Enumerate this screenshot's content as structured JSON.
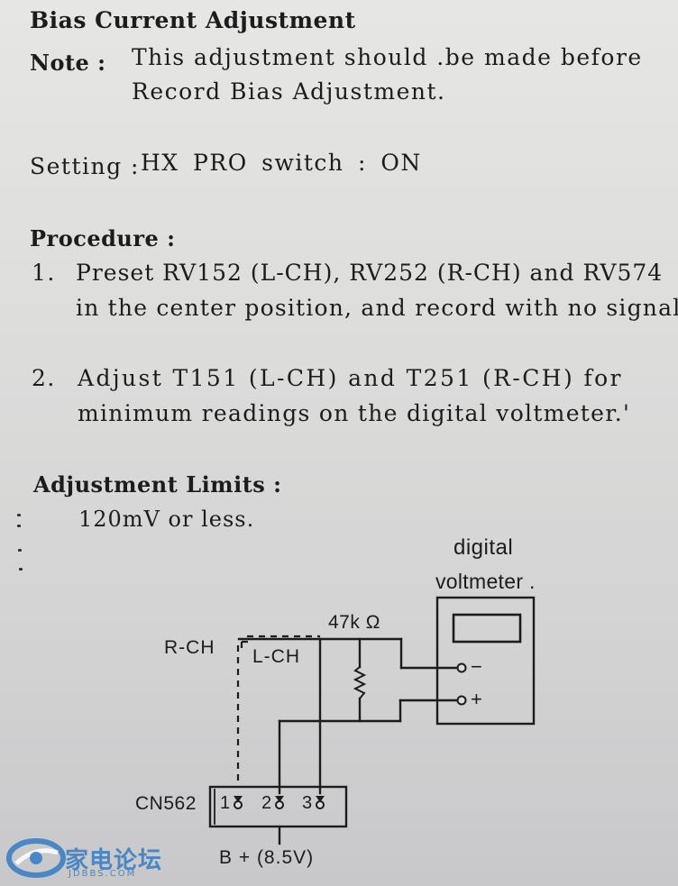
{
  "heading": {
    "title": "Bias Current Adjustment"
  },
  "note": {
    "label": "Note :",
    "line1": "This adjustment should .be made before",
    "line2": "Record Bias Adjustment."
  },
  "setting": {
    "label": "Setting :",
    "value": "HX PRO switch : ON"
  },
  "procedure": {
    "label": "Procedure :",
    "steps": [
      {
        "num": "1.",
        "line1": "Preset RV152 (L-CH), RV252 (R-CH) and RV574",
        "line2": "in the center position, and record with no signal."
      },
      {
        "num": "2.",
        "line1": "Adjust T151 (L-CH) and T251 (R-CH) for",
        "line2": "minimum readings on the digital voltmeter.'"
      }
    ]
  },
  "limits": {
    "label": "Adjustment Limits :",
    "value": "120mV or less."
  },
  "diagram": {
    "voltmeter_line1": "digital",
    "voltmeter_line2": "voltmeter .",
    "resistor": "47k Ω",
    "r_ch": "R-CH",
    "l_ch": "L-CH",
    "minus": "−",
    "plus": "+",
    "connector": "CN562",
    "pin1": "1",
    "pin2": "2",
    "pin3": "3",
    "supply": "B + (8.5V)"
  },
  "watermark": {
    "text": "家电论坛",
    "sub": "JDBBS.COM"
  },
  "colors": {
    "paper": "#dcdcdb",
    "ink": "#1c1c1c",
    "watermark": "#3d7fc4"
  }
}
